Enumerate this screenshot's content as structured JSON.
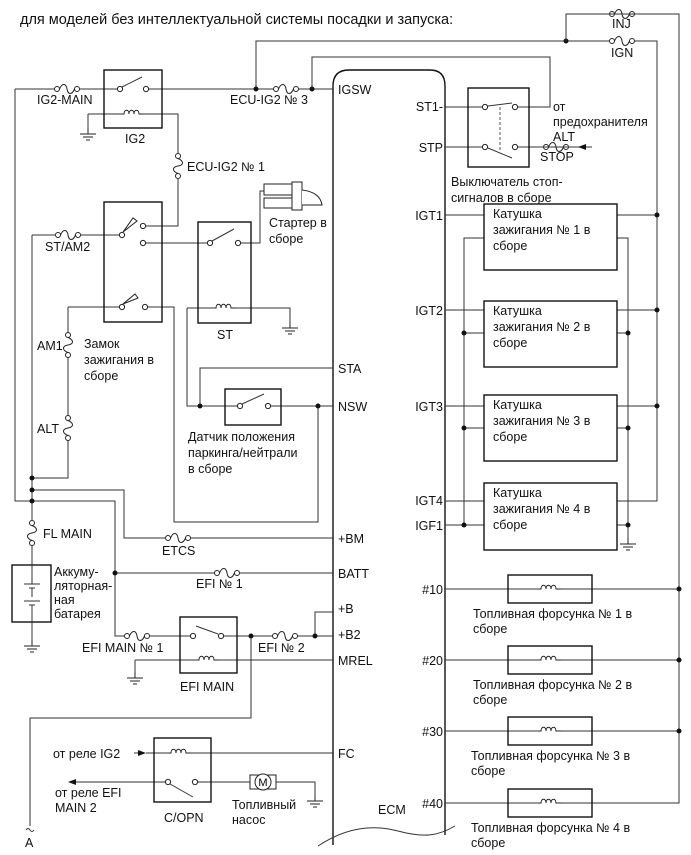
{
  "title": "для моделей без интеллектуальной системы посадки и запуска:",
  "ecm": {
    "label": "ECM",
    "pins_left": {
      "igsw": "IGSW",
      "sta": "STA",
      "nsw": "NSW",
      "bm": "+BM",
      "batt": "BATT",
      "b": "+B",
      "b2": "+B2",
      "mrel": "MREL",
      "fc": "FC"
    },
    "pins_right": {
      "st1": "ST1-",
      "stp": "STP",
      "igt1": "IGT1",
      "igt2": "IGT2",
      "igt3": "IGT3",
      "igt4": "IGT4",
      "igf1": "IGF1",
      "n10": "#10",
      "n20": "#20",
      "n30": "#30",
      "n40": "#40"
    }
  },
  "fuses": {
    "ig2_main": "IG2-MAIN",
    "ecu_ig2_3": "ECU-IG2 № 3",
    "ecu_ig2_1": "ECU-IG2 № 1",
    "st_am2": "ST/AM2",
    "am1": "AM1",
    "alt": "ALT",
    "fl_main": "FL MAIN",
    "etcs": "ETCS",
    "efi1": "EFI № 1",
    "efi_main1": "EFI MAIN № 1",
    "efi2": "EFI № 2",
    "inj": "INJ",
    "ign": "IGN",
    "stop": "STOP"
  },
  "components": {
    "ig2_relay": "IG2",
    "st_relay": "ST",
    "efi_main_relay": "EFI MAIN",
    "copn_relay": "C/OPN",
    "starter": [
      "Стартер в",
      "сборе"
    ],
    "ign_switch": [
      "Замок",
      "зажигания в",
      "сборе"
    ],
    "battery": [
      "Аккуму-",
      "ляторная-",
      "ная",
      "батарея"
    ],
    "pn_switch": [
      "Датчик положения",
      "паркинга/нейтрали",
      "в сборе"
    ],
    "stop_switch": [
      "Выключатель стоп-",
      "сигналов в сборе"
    ],
    "from_alt": [
      "от",
      "предохранителя",
      "ALT"
    ],
    "from_ig2": "от реле IG2",
    "from_efi_main2": [
      "от реле EFI",
      "MAIN 2"
    ],
    "fuel_pump": [
      "Топливный",
      "насос"
    ],
    "motor_symbol": "M",
    "connector_a": "A",
    "coils": [
      [
        "Катушка",
        "зажигания № 1 в",
        "сборе"
      ],
      [
        "Катушка",
        "зажигания № 2 в",
        "сборе"
      ],
      [
        "Катушка",
        "зажигания № 3 в",
        "сборе"
      ],
      [
        "Катушка",
        "зажигания № 4 в",
        "сборе"
      ]
    ],
    "injectors": [
      [
        "Топливная форсунка № 1 в",
        "сборе"
      ],
      [
        "Топливная форсунка № 2 в",
        "сборе"
      ],
      [
        "Топливная форсунка № 3 в",
        "сборе"
      ],
      [
        "Топливная форсунка № 4 в",
        "сборе"
      ]
    ]
  }
}
